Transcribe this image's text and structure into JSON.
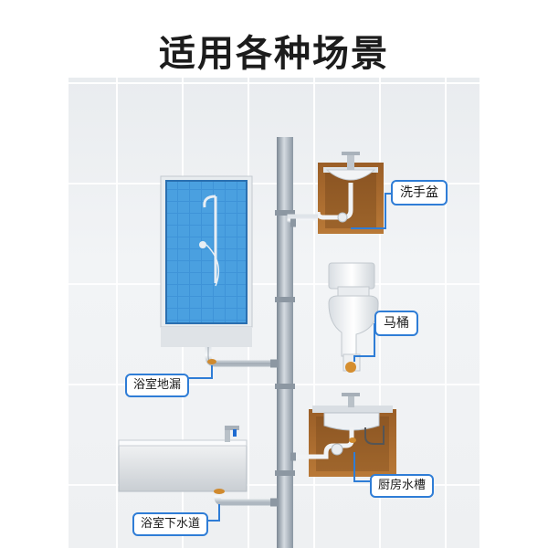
{
  "title": "适用各种场景",
  "labels": {
    "washbasin": "洗手盆",
    "toilet": "马桶",
    "shower_drain": "浴室地漏",
    "kitchen_sink": "厨房水槽",
    "bathtub_drain": "浴室下水道"
  },
  "colors": {
    "label_border": "#2f7dd6",
    "pipe": "#9aa6b2",
    "shower_tile": "#3b8fd6",
    "cabinet": "#a8692e"
  }
}
